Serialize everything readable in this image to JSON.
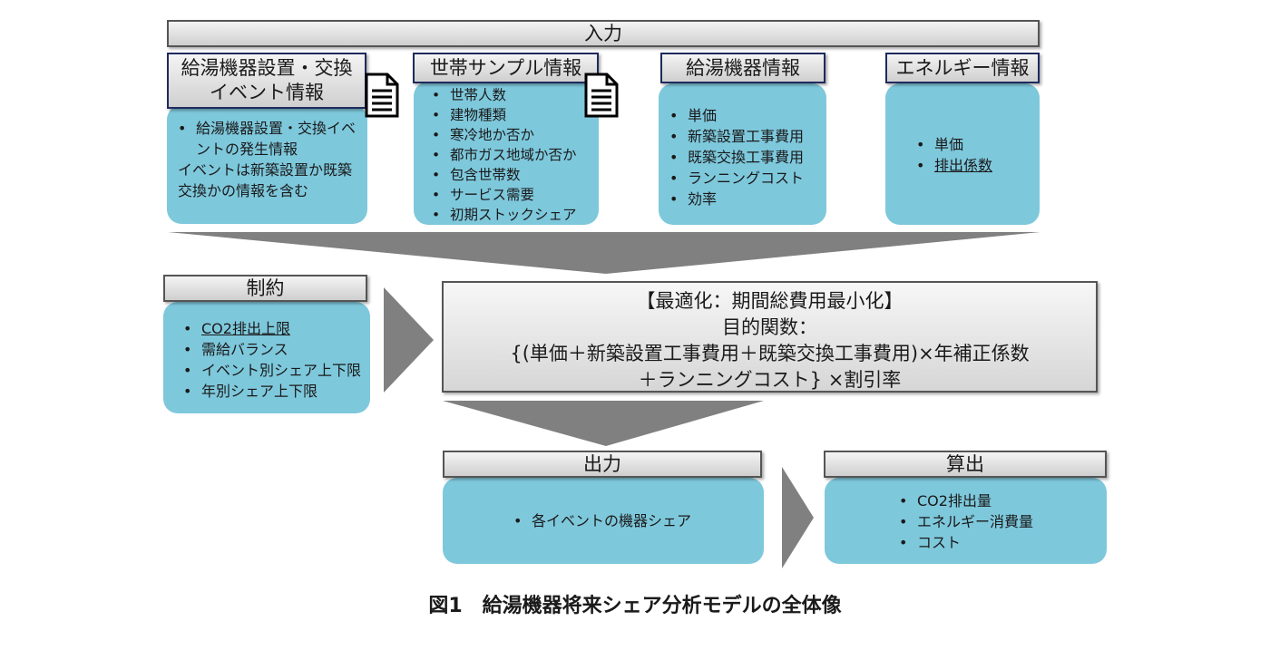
{
  "top_header": "入力",
  "inputs": [
    {
      "title_lines": [
        "給湯機器設置・交換",
        "イベント情報"
      ],
      "items": [
        "給湯機器設置・交換イベントの発生情報"
      ],
      "note": "イベントは新築設置か既築交換かの情報を含む"
    },
    {
      "title": "世帯サンプル情報",
      "items": [
        "世帯人数",
        "建物種類",
        "寒冷地か否か",
        "都市ガス地域か否か",
        "包含世帯数",
        "サービス需要",
        "初期ストックシェア"
      ]
    },
    {
      "title": "給湯機器情報",
      "items": [
        "単価",
        "新築設置工事費用",
        "既築交換工事費用",
        "ランニングコスト",
        "効率"
      ]
    },
    {
      "title": "エネルギー情報",
      "items": [
        "単価",
        "排出係数"
      ]
    }
  ],
  "constraints": {
    "title": "制約",
    "items": [
      "CO2排出上限",
      "需給バランス",
      "イベント別シェア上下限",
      "年別シェア上下限"
    ]
  },
  "objective": {
    "lines": [
      "【最適化：期間総費用最小化】",
      "目的関数：",
      "{(単価＋新築設置工事費用＋既築交換工事費用)×年補正係数",
      "＋ランニングコスト} ×割引率"
    ]
  },
  "output": {
    "title": "出力",
    "items": [
      "各イベントの機器シェア"
    ]
  },
  "calc": {
    "title": "算出",
    "items": [
      "CO2排出量",
      "エネルギー消費量",
      "コスト"
    ]
  },
  "caption": "図1　給湯機器将来シェア分析モデルの全体像",
  "colors": {
    "box": "#7ec8dc",
    "arrow": "#808080",
    "header_border": "#1f2a5e"
  },
  "icons": [
    "document-icon",
    "document-icon"
  ]
}
